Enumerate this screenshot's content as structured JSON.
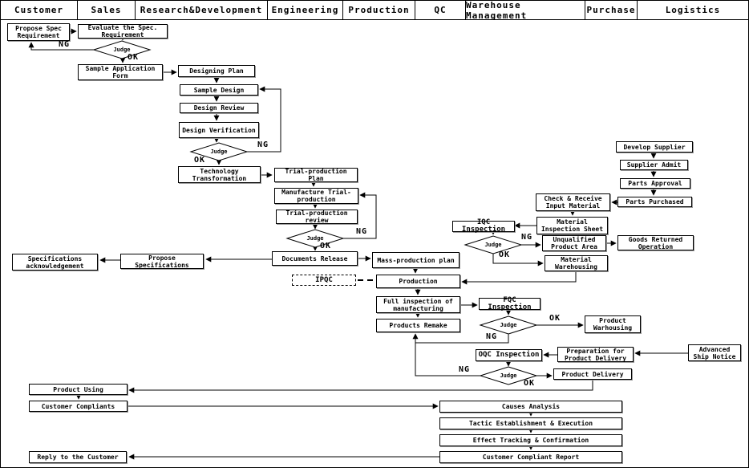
{
  "header": {
    "columns": [
      "Customer",
      "Sales",
      "Research&Development",
      "Engineering",
      "Production",
      "QC",
      "Warehouse Management",
      "Purchase",
      "Logistics"
    ]
  },
  "labels": {
    "judge": "Judge",
    "ng": "NG",
    "ok": "OK"
  },
  "colors": {
    "line": "#000000",
    "box_border": "#000000",
    "box_fill": "#ffffff",
    "text": "#000000"
  },
  "nodes": {
    "propose_spec": {
      "label": "Propose Spec Requirement"
    },
    "evaluate_spec": {
      "label": "Evaluate the Spec. Requirement"
    },
    "sample_application": {
      "label": "Sample Application Form"
    },
    "designing_plan": {
      "label": "Designing Plan"
    },
    "sample_design": {
      "label": "Sample Design"
    },
    "design_review": {
      "label": "Design Review"
    },
    "design_verification": {
      "label": "Design Verification"
    },
    "technology_transformation": {
      "label": "Technology Transformation"
    },
    "trial_plan": {
      "label": "Trial-production Plan"
    },
    "manufacture_trial": {
      "label": "Manufacture Trial-production"
    },
    "trial_review": {
      "label": "Trial-production review"
    },
    "documents_release": {
      "label": "Documents Release"
    },
    "propose_specifications": {
      "label": "Propose Specifications"
    },
    "spec_acknowledgement": {
      "label": "Specifications acknowledgement"
    },
    "mass_production": {
      "label": "Mass-production plan"
    },
    "ipqc": {
      "label": "IPQC"
    },
    "production": {
      "label": "Production"
    },
    "full_inspection": {
      "label": "Full inspection of manufacturing"
    },
    "products_remake": {
      "label": "Products Remake"
    },
    "fqc": {
      "label": "FQC Inspection"
    },
    "product_warhousing": {
      "label": "Product Warhousing"
    },
    "oqc": {
      "label": "OQC Inspection"
    },
    "prep_delivery": {
      "label": "Preparation for Product Delivery"
    },
    "advanced_ship": {
      "label": "Advanced Ship Notice"
    },
    "product_delivery": {
      "label": "Product Delivery"
    },
    "develop_supplier": {
      "label": "Develop Supplier"
    },
    "supplier_admit": {
      "label": "Supplier Admit"
    },
    "parts_approval": {
      "label": "Parts Approval"
    },
    "parts_purchased": {
      "label": "Parts Purchased"
    },
    "check_receive": {
      "label": "Check & Receive Input Material"
    },
    "material_sheet": {
      "label": "Material Inspection Sheet"
    },
    "iqc": {
      "label": "IQC Inspection"
    },
    "unqualified": {
      "label": "Unqualified Product Area"
    },
    "goods_returned": {
      "label": "Goods Returned Operation"
    },
    "material_warehousing": {
      "label": "Material Warehousing"
    },
    "product_using": {
      "label": "Product Using"
    },
    "customer_compliants": {
      "label": "Customer Compliants"
    },
    "reply_customer": {
      "label": "Reply to the Customer"
    },
    "causes_analysis": {
      "label": "Causes Analysis"
    },
    "tactic": {
      "label": "Tactic Establishment & Execution"
    },
    "effect": {
      "label": "Effect Tracking & Confirmation"
    },
    "compliant_report": {
      "label": "Customer Compliant Report"
    }
  }
}
